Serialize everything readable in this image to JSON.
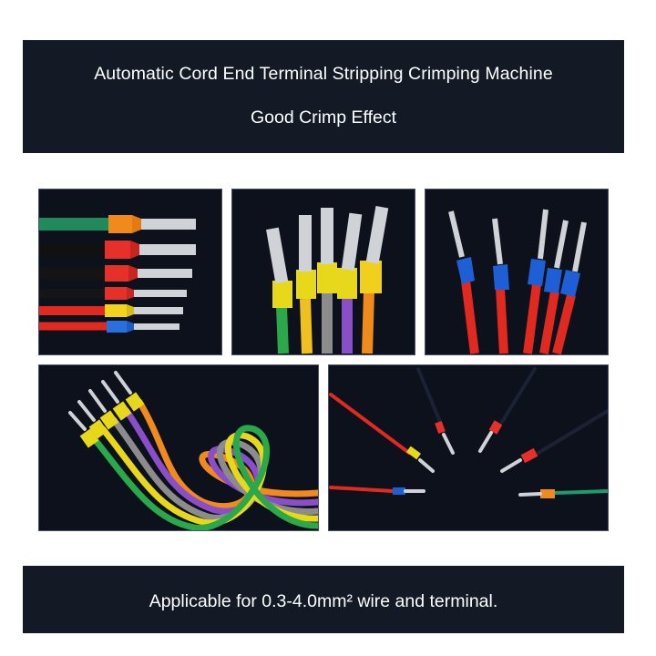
{
  "header": {
    "title": "Automatic Cord End Terminal Stripping Crimping Machine",
    "subtitle": "Good Crimp Effect"
  },
  "footer": {
    "text": "Applicable for 0.3-4.0mm² wire and terminal."
  },
  "photos": [
    {
      "name": "horizontal-ferrules-photo",
      "colors": [
        "#f08a1c",
        "#e8302a",
        "#e8302a",
        "#e8302a",
        "#f2d21c",
        "#2a6fe0"
      ]
    },
    {
      "name": "vertical-colored-ferrules-photo",
      "colors": [
        "#e8d81c",
        "#e8d81c",
        "#e8d81c",
        "#e8d81c",
        "#f0d01c"
      ]
    },
    {
      "name": "vertical-blue-ferrules-photo",
      "colors": [
        "#1f5fd6",
        "#1f5fd6",
        "#1f5fd6",
        "#1f5fd6",
        "#1f5fd6"
      ]
    },
    {
      "name": "knotted-wires-photo",
      "colors": [
        "#f08a1c",
        "#8a4fc8",
        "#8c8c8c",
        "#e8d81c",
        "#2aa84a"
      ]
    },
    {
      "name": "radial-wires-photo",
      "colors": [
        "#e8302a",
        "#e8302a",
        "#e8302a",
        "#1f5fd6",
        "#f08a1c"
      ]
    }
  ]
}
